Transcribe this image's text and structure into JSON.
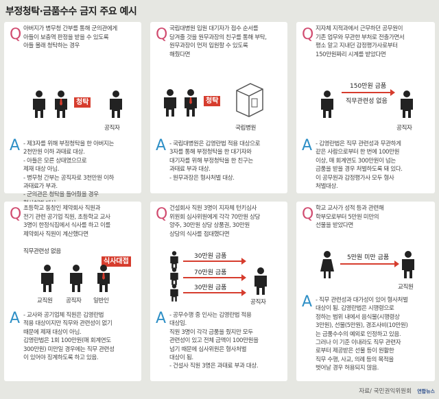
{
  "title": "부정청탁·금품수수 금지 주요 예시",
  "q_mark": "Q",
  "a_mark": "A",
  "cards": [
    {
      "q": [
        "아버지가 병무청 간부를 통해 군의관에게",
        "아들이 보충역 판정을 받을 수 있도록",
        "아들 몰래 청탁하는 경우"
      ],
      "tag": "청탁",
      "label": "공직자",
      "a": [
        "- 제3자를 위해 부정청탁을 한 아버지는",
        "  2천만원 이하 과태료 대상.",
        "- 아들은 모른 상태였으므로",
        "  제재 대상 아님.",
        "- 병무청 간부는 공직자로 3천만원 이하",
        "  과태료가 부과.",
        "- 군의관은 청탁을 들어줬을 경우",
        "  형사처벌 대상."
      ]
    },
    {
      "q": [
        "국립대병원 입원 대기자가 접수 순서를",
        "당겨줄 것을 원무과장의 친구를 통해 부탁,",
        "원무과장이 먼저 입원할 수 있도록",
        "해줬다면"
      ],
      "tag": "청탁",
      "label": "국립병원",
      "a": [
        "- 국립대병원은 김영란법 적용 대상으로",
        "  3자를 통해 부정청탁을 한 대기자와",
        "  대기자를 위해 부정청탁을 한 친구는",
        "  과태료 부과 대상.",
        "- 원무과장은 형사처벌 대상."
      ]
    },
    {
      "q": [
        "지자체 지적과에서 근무하던 공무원이",
        "기존 업무와 무관한 부처로 전출가면서",
        "평소 알고 지내던 감정평가사로부터",
        "150만원짜리 시계를 받았다면"
      ],
      "arrow_label": "150만원 금품",
      "arrow_sub": "직무관련성 없음",
      "label": "공직자",
      "a": [
        "- 김영란법은 직무 관련성과 무관하게",
        "  같은 사람으로부터 한 번에 100만원",
        "  이상, 매 회계연도 300만원이 넘는",
        "  금품을 받을 경우 처벌하도록 돼 있다.",
        "  이 공무원과 감정평가사 모두 형사",
        "  처벌대상."
      ]
    },
    {
      "q": [
        "초등학교 동창인 제약회사 직원과",
        "전기 관련 공기업 직원, 초등학교 교사",
        "3명이 한정식집에서 식사를 하고 이를",
        "제약회사 직원이 계산했다면"
      ],
      "sub": "직무관련성 없음",
      "tag": "식사대접",
      "labels": [
        "교직원",
        "공직자",
        "일반인"
      ],
      "a": [
        "- 교사와 공기업체 직원은 김영란법",
        "  적용 대상이지만 직무와 관련성이 없기",
        "  때문에 제재 대상이 아님.",
        "  김영란법은 1회 100만원(매 회계연도",
        "  300만원) 미만일 경우에는 직무 관련성",
        "  이 있어야 징계하도록 하고 있음."
      ]
    },
    {
      "q": [
        "건설회사 직원 3명이 지자체 턴키심사",
        "위원회 심사위원에게 각각 70만원 상당",
        "양주, 30만원 상당 상품권, 30만원",
        "상당의 식사를 접대했다면"
      ],
      "arrows": [
        "30만원 금품",
        "70만원 금품",
        "30만원 금품"
      ],
      "label": "공직자",
      "a": [
        "- 공무수행 중 인사는 김영란법 적용",
        "  대상임.",
        "  직원 3명이 각각 금품을 줬지만 모두",
        "  관련성이 있고 전체 금액이 100만원을",
        "  넘기 때문에 심사위원은 형사처벌",
        "  대상이 됨.",
        "- 건설사 직원 3명은 과태료 부과 대상."
      ]
    },
    {
      "q": [
        "학교 교사가 성적 등과 관련해",
        "학부모로부터 5만원 미만의",
        "선물을 받았다면"
      ],
      "arrow_label": "5만원 미만 금품",
      "label": "교직원",
      "a": [
        "- 직무 관련성과 대가성이 있어 형사처벌",
        "  대상이 됨. 김영란법은 시행령으로",
        "  정하는 범위 내에서 음식물(시행령상",
        "  3만원), 선물(5만원), 경조사비(10만원)",
        "  는 금품수수의 예외로 인정하고 있음.",
        "  그러나 이 기준 이내라도 직무 관련자",
        "  로부터 제공받은 선물 등이 원활한",
        "  직무 수행, 사교, 의례 등의 목적을",
        "  벗어날 경우 허용되지 않음."
      ]
    }
  ],
  "footer": {
    "source": "자료/ 국민권익위원회",
    "logo": "연합뉴스"
  }
}
